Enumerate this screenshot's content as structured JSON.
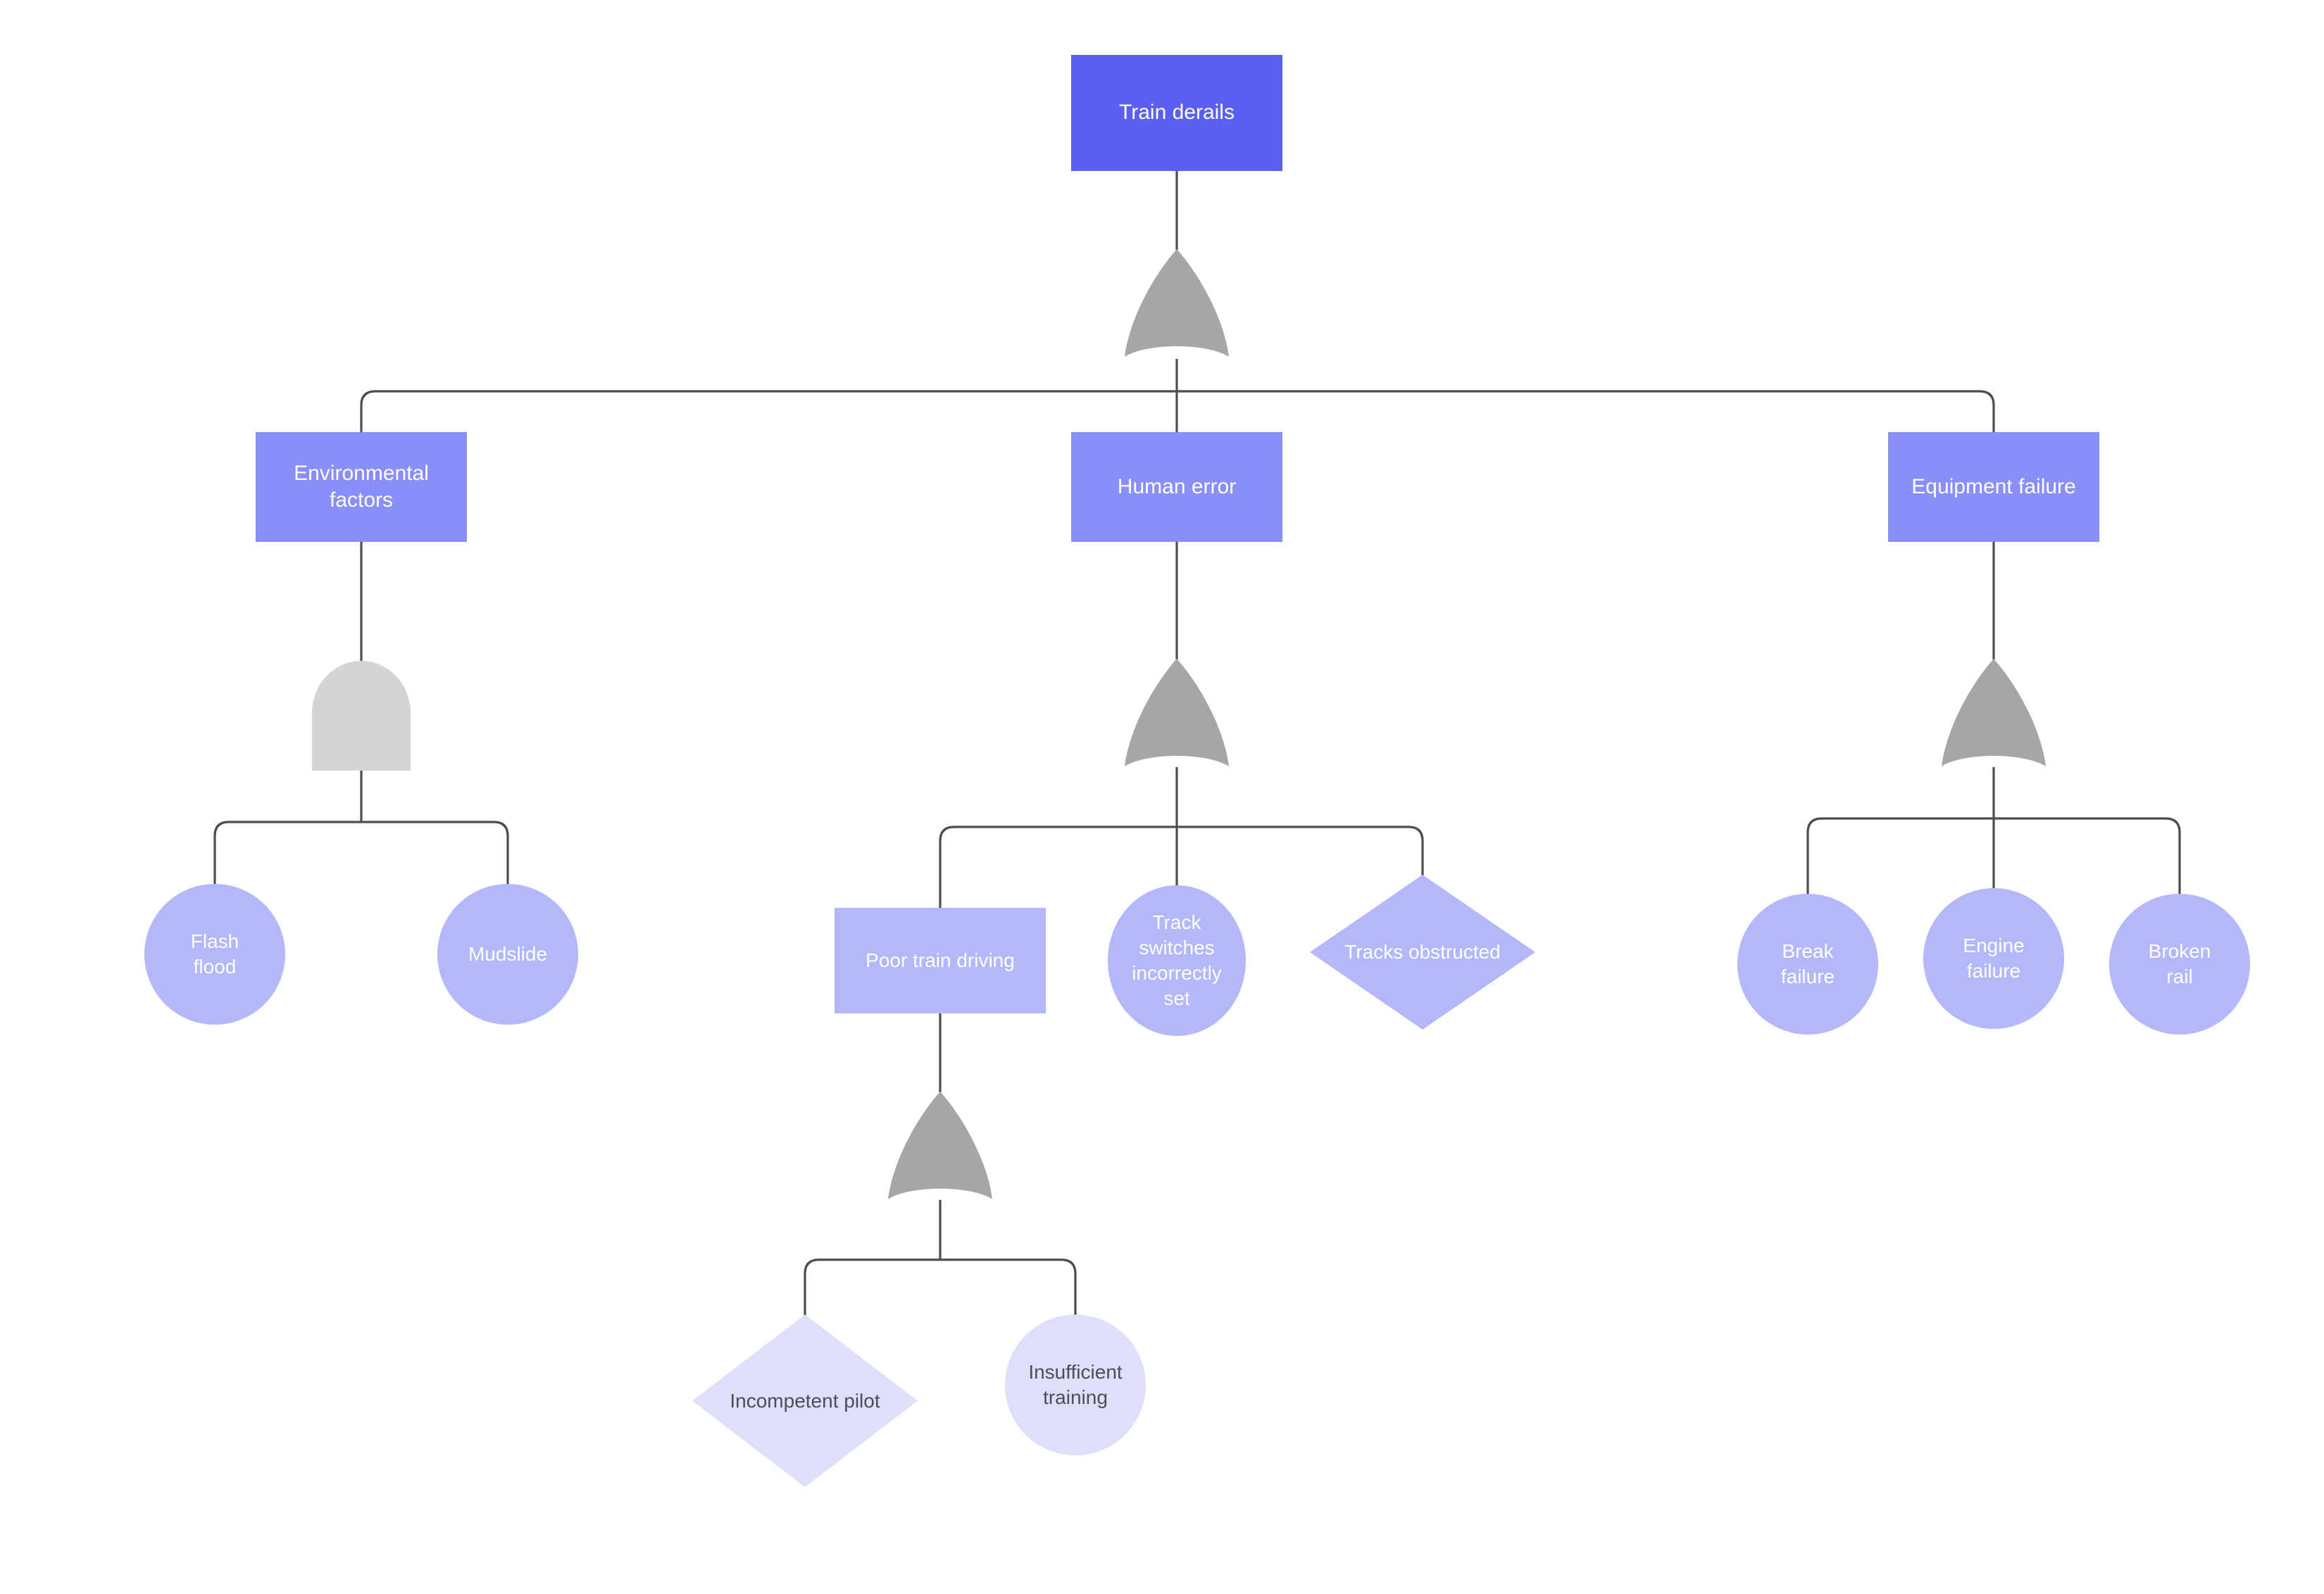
{
  "diagram": {
    "type": "fault-tree",
    "title": "Train derails fault tree",
    "background": "#ffffff",
    "edge_color": "#4d4d4d",
    "palette": {
      "root_fill": "#5b60f0",
      "level1_fill": "#8a8ef9",
      "level2_fill": "#b4b8fb",
      "level3_fill": "#dedffb",
      "or_gate_fill": "#a6a6a6",
      "and_gate_fill": "#d4d4d4",
      "text_light": "#ffffff",
      "text_dark": "#4d4d57"
    }
  },
  "nodes": {
    "train_derails": {
      "label": "Train derails",
      "shape": "rectangle",
      "fill": "#5b60f0",
      "text_color": "#ffffff"
    },
    "environmental_factors": {
      "label": "Environmental\nfactors",
      "shape": "rectangle",
      "fill": "#8a8ef9",
      "text_color": "#ffffff"
    },
    "human_error": {
      "label": "Human error",
      "shape": "rectangle",
      "fill": "#8a8ef9",
      "text_color": "#ffffff"
    },
    "equipment_failure": {
      "label": "Equipment failure",
      "shape": "rectangle",
      "fill": "#8a8ef9",
      "text_color": "#ffffff"
    },
    "flash_flood": {
      "label": "Flash\nflood",
      "shape": "circle",
      "fill": "#b4b8fb",
      "text_color": "#ffffff"
    },
    "mudslide": {
      "label": "Mudslide",
      "shape": "circle",
      "fill": "#b4b8fb",
      "text_color": "#ffffff"
    },
    "poor_train_driving": {
      "label": "Poor train driving",
      "shape": "rectangle",
      "fill": "#b4b8fb",
      "text_color": "#ffffff"
    },
    "track_switches": {
      "label": "Track\nswitches\nincorrectly\nset",
      "shape": "circle",
      "fill": "#b4b8fb",
      "text_color": "#ffffff"
    },
    "tracks_obstructed": {
      "label": "Tracks obstructed",
      "shape": "diamond",
      "fill": "#b4b8fb",
      "text_color": "#ffffff"
    },
    "break_failure": {
      "label": "Break\nfailure",
      "shape": "circle",
      "fill": "#b4b8fb",
      "text_color": "#ffffff"
    },
    "engine_failure": {
      "label": "Engine\nfailure",
      "shape": "circle",
      "fill": "#b4b8fb",
      "text_color": "#ffffff"
    },
    "broken_rail": {
      "label": "Broken\nrail",
      "shape": "circle",
      "fill": "#b4b8fb",
      "text_color": "#ffffff"
    },
    "incompetent_pilot": {
      "label": "Incompetent pilot",
      "shape": "diamond",
      "fill": "#dedffb",
      "text_color": "#4d4d57"
    },
    "insufficient_training": {
      "label": "Insufficient\ntraining",
      "shape": "circle",
      "fill": "#dedffb",
      "text_color": "#4d4d57"
    }
  },
  "gates": {
    "gate_root": {
      "kind": "OR",
      "fill": "#a6a6a6",
      "parent": "train_derails"
    },
    "gate_environmental": {
      "kind": "AND",
      "fill": "#d4d4d4",
      "parent": "environmental_factors"
    },
    "gate_human": {
      "kind": "OR",
      "fill": "#a6a6a6",
      "parent": "human_error"
    },
    "gate_equipment": {
      "kind": "OR",
      "fill": "#a6a6a6",
      "parent": "equipment_failure"
    },
    "gate_driving": {
      "kind": "OR",
      "fill": "#a6a6a6",
      "parent": "poor_train_driving"
    }
  },
  "tree": [
    {
      "parent": "train_derails",
      "gate": "gate_root",
      "children": [
        "environmental_factors",
        "human_error",
        "equipment_failure"
      ]
    },
    {
      "parent": "environmental_factors",
      "gate": "gate_environmental",
      "children": [
        "flash_flood",
        "mudslide"
      ]
    },
    {
      "parent": "human_error",
      "gate": "gate_human",
      "children": [
        "poor_train_driving",
        "track_switches",
        "tracks_obstructed"
      ]
    },
    {
      "parent": "equipment_failure",
      "gate": "gate_equipment",
      "children": [
        "break_failure",
        "engine_failure",
        "broken_rail"
      ]
    },
    {
      "parent": "poor_train_driving",
      "gate": "gate_driving",
      "children": [
        "incompetent_pilot",
        "insufficient_training"
      ]
    }
  ]
}
